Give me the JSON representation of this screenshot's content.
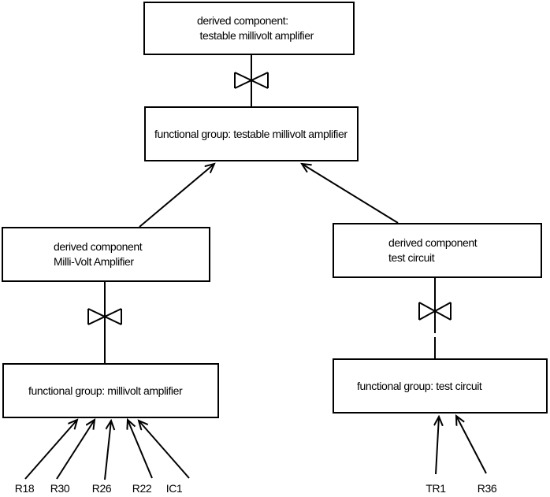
{
  "colors": {
    "background": "#ffffff",
    "line": "#000000",
    "text": "#000000"
  },
  "diagram": {
    "nodes": {
      "derived_testable": {
        "line1": "derived component:",
        "line2": " testable millivolt amplifier"
      },
      "fg_testable": {
        "label": "functional group: testable millivolt amplifier"
      },
      "derived_millivolt": {
        "line1": "derived component",
        "line2": "Milli-Volt Amplifier"
      },
      "fg_millivolt": {
        "label": "functional group: millivolt amplifier"
      },
      "derived_test": {
        "line1": "derived component",
        "line2": "test circuit"
      },
      "fg_test": {
        "label": "functional group: test circuit"
      }
    },
    "components": {
      "left": [
        "R18",
        "R30",
        "R26",
        "R22",
        "IC1"
      ],
      "right": [
        "TR1",
        "R36"
      ]
    }
  }
}
